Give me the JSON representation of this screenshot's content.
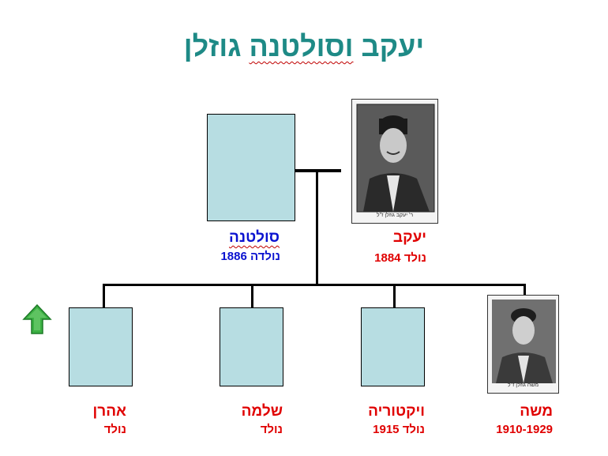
{
  "title": {
    "part1": "יעקב",
    "part2": "וסולטנה",
    "part3": "גוזלן"
  },
  "parents": {
    "father": {
      "name": "יעקב",
      "born": "נולד 1884",
      "photo_caption": "ר' יעקב גוזלן ז\"ל",
      "icon": "portrait-photo"
    },
    "mother": {
      "name": "סולטנה",
      "born": "נולדה 1886"
    }
  },
  "children": [
    {
      "name": "משה",
      "dates": "1910-1929",
      "photo_caption": "משה גוזלן ז\"ל",
      "icon": "portrait-photo"
    },
    {
      "name": "ויקטוריה",
      "dates": "נולד 1915"
    },
    {
      "name": "שלמה",
      "dates": "נולד"
    },
    {
      "name": "אהרן",
      "dates": "נולד"
    }
  ],
  "nav": {
    "up_icon": "green-up-arrow-icon"
  },
  "colors": {
    "title": "#1e8a86",
    "male": "#e00000",
    "female": "#0a12d0",
    "box": "#b7dde2",
    "arrow": "#3cb043"
  }
}
